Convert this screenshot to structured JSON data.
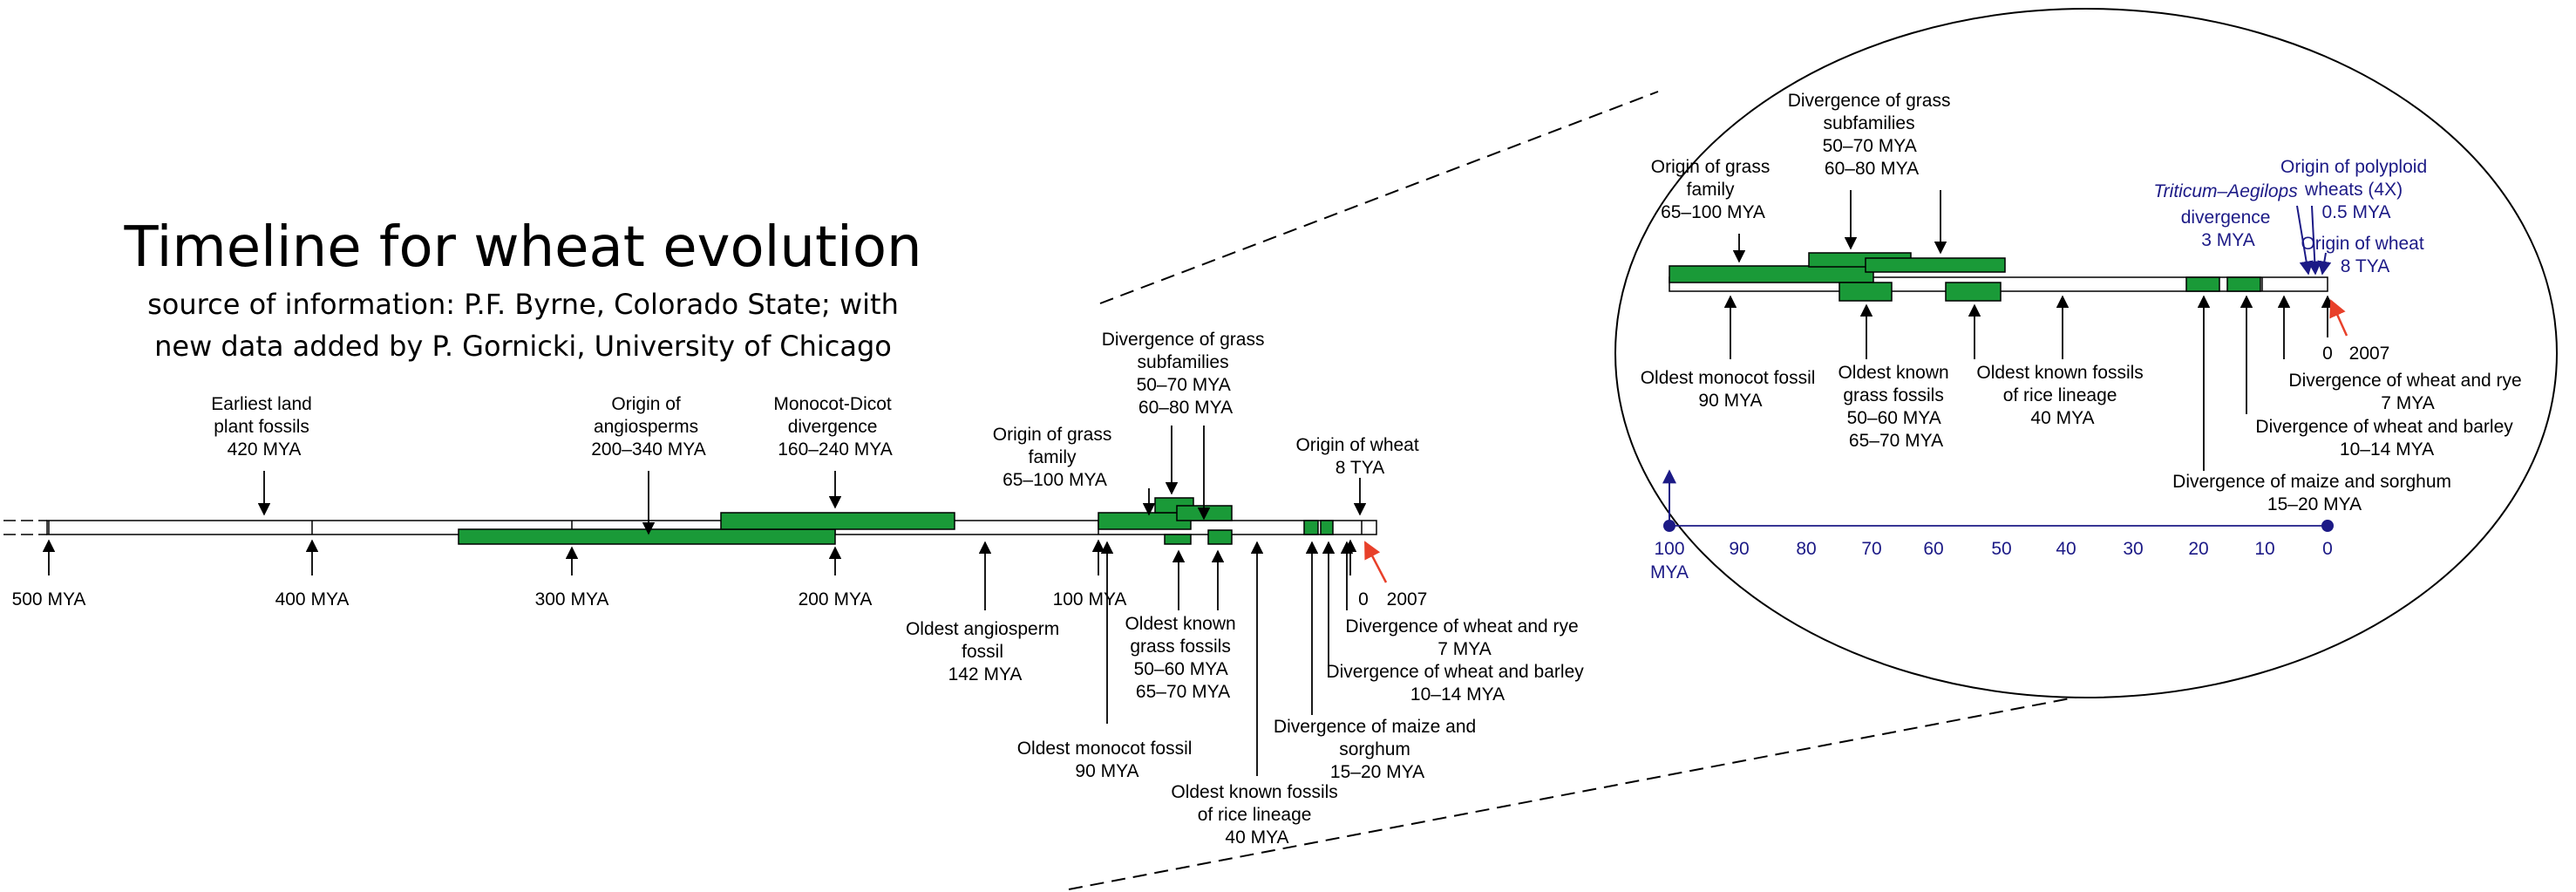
{
  "title": "Timeline for wheat evolution",
  "subtitle_lines": [
    "source of information: P.F. Byrne, Colorado State; with",
    "new data added by P. Gornicki, University of Chicago"
  ],
  "main_ticks": [
    "500 MYA",
    "400 MYA",
    "300 MYA",
    "200 MYA",
    "100 MYA"
  ],
  "main_zero": "0",
  "main_year": "2007",
  "main_events_top": [
    {
      "id": "earliest-land-plants",
      "lines": [
        "Earliest land",
        "plant fossils",
        "420 MYA"
      ]
    },
    {
      "id": "origin-angiosperms",
      "lines": [
        "Origin of",
        "angiosperms",
        "200–340 MYA"
      ]
    },
    {
      "id": "monocot-dicot",
      "lines": [
        "Monocot-Dicot",
        "divergence",
        "160–240 MYA"
      ]
    },
    {
      "id": "grass-subfamilies",
      "lines": [
        "Divergence of grass",
        "subfamilies",
        "50–70 MYA",
        "60–80 MYA"
      ]
    },
    {
      "id": "origin-grass-family",
      "lines": [
        "Origin of grass",
        "family",
        "65–100 MYA"
      ]
    },
    {
      "id": "origin-wheat",
      "lines": [
        "Origin of wheat",
        "8 TYA"
      ]
    }
  ],
  "main_events_bottom": [
    {
      "id": "oldest-angiosperm",
      "lines": [
        "Oldest angiosperm",
        "fossil",
        "142 MYA"
      ]
    },
    {
      "id": "oldest-grass-fossils",
      "lines": [
        "Oldest known",
        "grass fossils",
        "50–60 MYA",
        "65–70 MYA"
      ]
    },
    {
      "id": "oldest-monocot",
      "lines": [
        "Oldest monocot fossil",
        "90 MYA"
      ]
    },
    {
      "id": "wheat-rye",
      "lines": [
        "Divergence of wheat and rye",
        "7 MYA"
      ]
    },
    {
      "id": "wheat-barley",
      "lines": [
        "Divergence of wheat and barley",
        "10–14 MYA"
      ]
    },
    {
      "id": "maize-sorghum",
      "lines": [
        "Divergence of maize and",
        "sorghum",
        "15–20 MYA"
      ]
    },
    {
      "id": "rice-lineage",
      "lines": [
        "Oldest known fossils",
        "of rice lineage",
        "40 MYA"
      ]
    }
  ],
  "zoom_ticks": [
    "100",
    "90",
    "80",
    "70",
    "60",
    "50",
    "40",
    "30",
    "20",
    "10",
    "0"
  ],
  "zoom_unit": "MYA",
  "zoom_zero": "0",
  "zoom_year": "2007",
  "zoom_events_top": [
    {
      "id": "grass-subfamilies",
      "lines": [
        "Divergence of grass",
        "subfamilies",
        "50–70 MYA",
        "60–80 MYA"
      ]
    },
    {
      "id": "origin-grass-family",
      "lines": [
        "Origin of grass",
        "family",
        "65–100 MYA"
      ]
    }
  ],
  "zoom_blue_events": {
    "triticum_name": "Triticum–Aegilops",
    "triticum_lines": [
      "divergence",
      "3 MYA"
    ],
    "polyploid_lines": [
      "Origin of polyploid",
      "wheats (4X)",
      "0.5 MYA"
    ],
    "wheat_lines": [
      "Origin of wheat",
      "8 TYA"
    ]
  },
  "zoom_events_bottom": [
    {
      "id": "oldest-monocot",
      "lines": [
        "Oldest monocot fossil",
        "90 MYA"
      ]
    },
    {
      "id": "oldest-grass-fossils",
      "lines": [
        "Oldest known",
        "grass fossils",
        "50–60 MYA",
        "65–70 MYA"
      ]
    },
    {
      "id": "rice-lineage",
      "lines": [
        "Oldest known fossils",
        "of rice lineage",
        "40 MYA"
      ]
    },
    {
      "id": "wheat-rye",
      "lines": [
        "Divergence of wheat and rye",
        "7 MYA"
      ]
    },
    {
      "id": "wheat-barley",
      "lines": [
        "Divergence of wheat and barley",
        "10–14 MYA"
      ]
    },
    {
      "id": "maize-sorghum",
      "lines": [
        "Divergence of maize and sorghum",
        "15–20 MYA"
      ]
    }
  ],
  "colors": {
    "bar_green": "#1a9a38",
    "zoom_blue": "#1c1a86",
    "highlight_arrow": "#e8402a",
    "ink": "#000000"
  }
}
